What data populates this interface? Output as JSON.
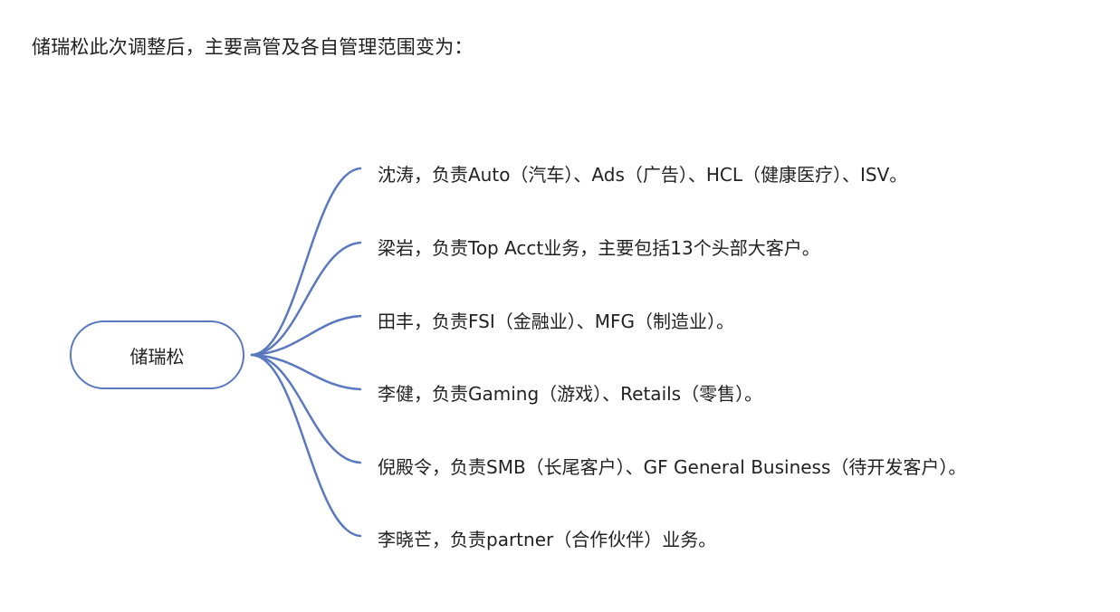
{
  "intro_text": "储瑞松此次调整后，主要高管及各自管理范围变为：",
  "root": {
    "label": "储瑞松"
  },
  "branches": [
    {
      "label": "沈涛，负责Auto（汽车）、Ads（广告）、HCL（健康医疗）、ISV。"
    },
    {
      "label": "梁岩，负责Top Acct业务，主要包括13个头部大客户。"
    },
    {
      "label": "田丰，负责FSI（金融业）、MFG（制造业）。"
    },
    {
      "label": "李健，负责Gaming（游戏）、Retails（零售）。"
    },
    {
      "label": "倪殿令，负责SMB（长尾客户）、GF General Business（待开发客户）。"
    },
    {
      "label": "李晓芒，负责partner（合作伙伴）业务。"
    }
  ],
  "colors": {
    "connector": "#5a78c0",
    "node_border": "#5a78c0",
    "text": "#222222"
  }
}
